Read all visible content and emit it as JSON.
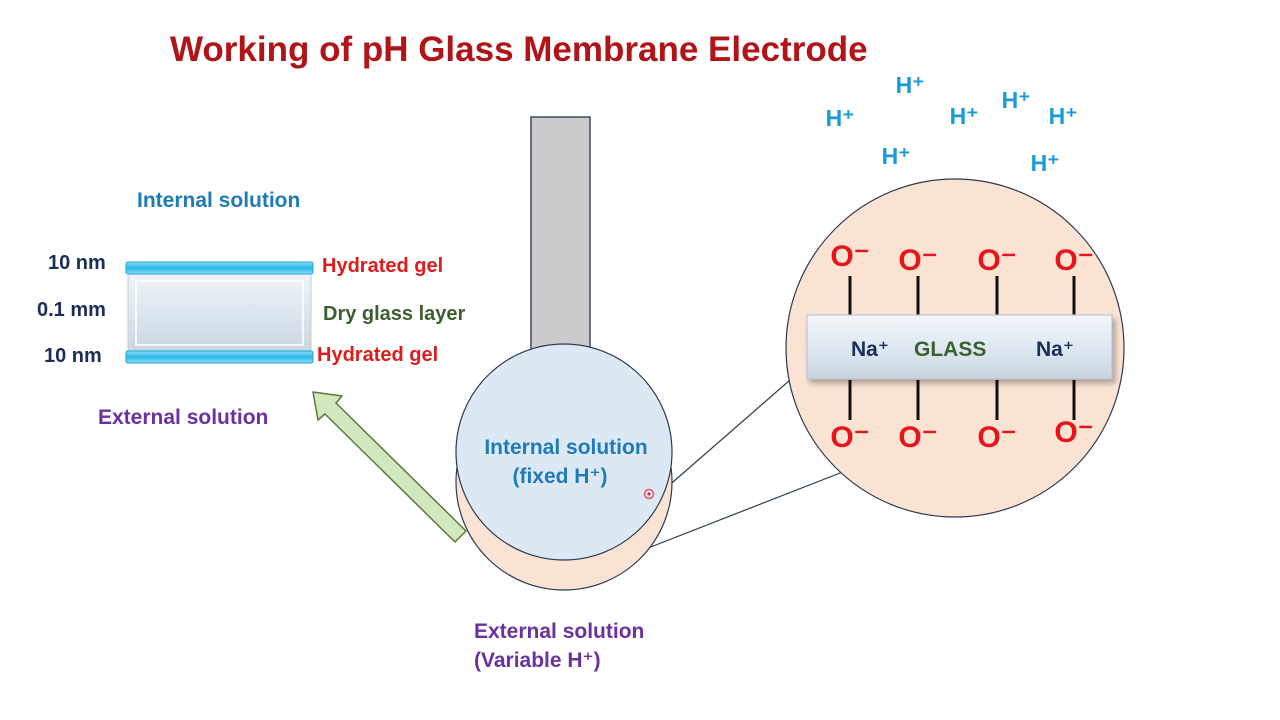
{
  "title": "Working of pH Glass Membrane Electrode",
  "colors": {
    "title": "#b01418",
    "blue_text": "#1f7bb8",
    "red_text": "#e01b1b",
    "purple_text": "#6a329f",
    "green_text": "#3d6030",
    "navy_text": "#1b2e5a",
    "proton": "#1a9ad6",
    "oxide": "#e8141a",
    "peach_fill": "#fbe3d3",
    "light_blue_fill": "#dce9f4",
    "gray_stem": "#cbcbcd",
    "arrow_fill": "#d3e7bf",
    "arrow_stroke": "#5a7a3a"
  },
  "membrane": {
    "internal_label": "Internal solution",
    "external_label": "External solution",
    "thickness_top": "10 nm",
    "thickness_middle": "0.1 mm",
    "thickness_bottom": "10 nm",
    "top_layer": "Hydrated gel",
    "middle_layer": "Dry glass layer",
    "bottom_layer": "Hydrated gel"
  },
  "electrode": {
    "internal_line1": "Internal solution",
    "internal_line2": "(fixed H⁺)",
    "external_line1": "External solution",
    "external_line2": "(Variable H⁺)"
  },
  "magnified": {
    "protons": [
      "H⁺",
      "H⁺",
      "H⁺",
      "H⁺",
      "H⁺",
      "H⁺",
      "H⁺"
    ],
    "oxides_top": [
      "O⁻",
      "O⁻",
      "O⁻",
      "O⁻"
    ],
    "oxides_bottom": [
      "O⁻",
      "O⁻",
      "O⁻",
      "O⁻"
    ],
    "sodium_left": "Na⁺",
    "glass_label": "GLASS",
    "sodium_right": "Na⁺"
  }
}
